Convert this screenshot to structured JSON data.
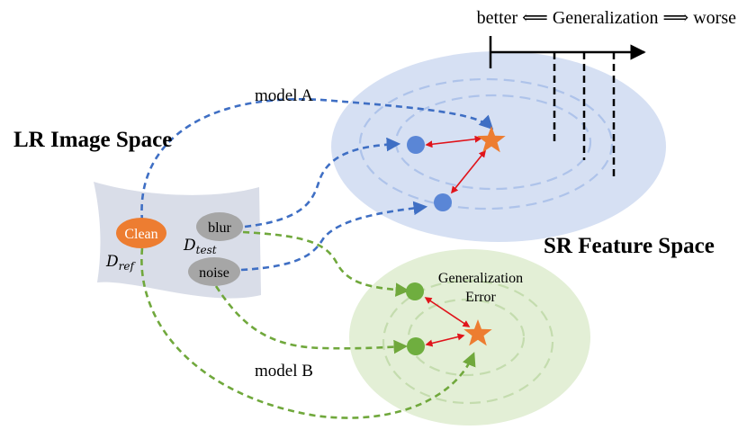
{
  "labels": {
    "axis_caption": "better ⟸ Generalization ⟹ worse",
    "lr_space": "LR Image Space",
    "sr_space": "SR Feature Space",
    "model_a": "model A",
    "model_b": "model B",
    "generalization_error_line1": "Generalization",
    "generalization_error_line2": "Error",
    "clean": "Clean",
    "blur": "blur",
    "noise": "noise",
    "d_ref_main": "D",
    "d_ref_sub": "ref",
    "d_test_main": "D",
    "d_test_sub": "test"
  },
  "colors": {
    "blue_region": "#d6e0f3",
    "green_region": "#e3efd6",
    "blue_ring": "#aec3ea",
    "green_ring": "#c4dcae",
    "blue_path": "#3f6fc4",
    "green_path": "#70a83c",
    "blue_dot": "#5a86d6",
    "green_dot": "#6fae3f",
    "star": "#ed7d31",
    "clean_fill": "#ed7d31",
    "gray_fill": "#a6a6a6",
    "sheet": "#d9dde8",
    "error_arrow": "#e0141b"
  }
}
